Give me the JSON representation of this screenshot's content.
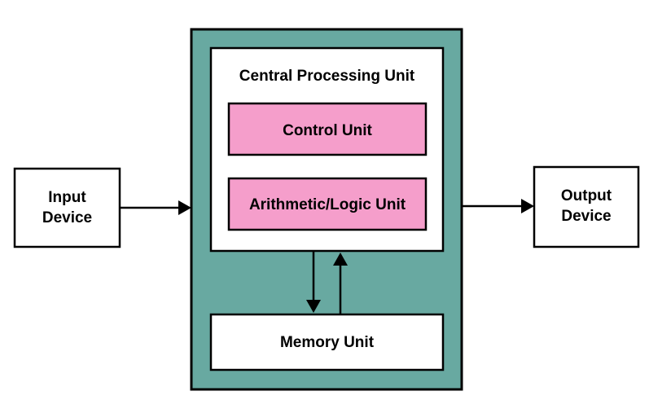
{
  "diagram": {
    "colors": {
      "container": "#68a9a1",
      "unit": "#f59ecb",
      "box": "#ffffff",
      "stroke": "#000000"
    },
    "input": {
      "line1": "Input",
      "line2": "Device"
    },
    "output": {
      "line1": "Output",
      "line2": "Device"
    },
    "cpu": {
      "title": "Central Processing Unit",
      "control_unit": "Control Unit",
      "alu": "Arithmetic/Logic Unit"
    },
    "memory": {
      "label": "Memory Unit"
    }
  }
}
